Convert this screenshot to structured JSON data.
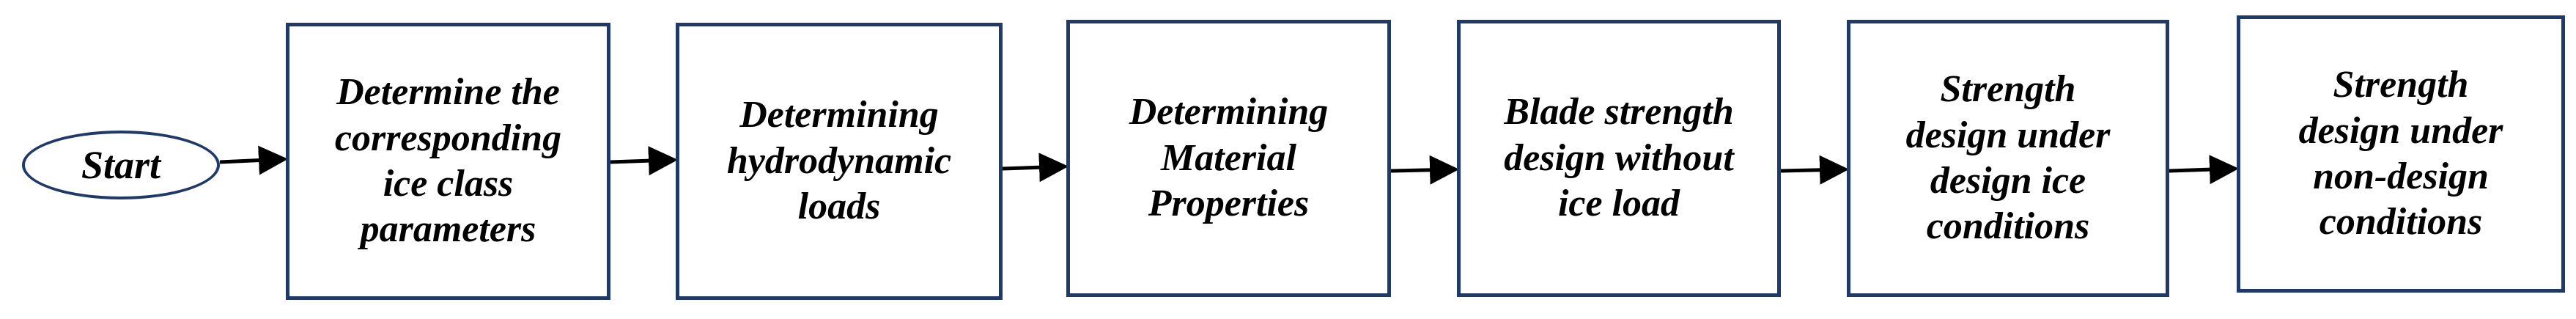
{
  "flowchart": {
    "nodes": [
      {
        "id": "start",
        "shape": "ellipse",
        "label": "Start"
      },
      {
        "id": "ice-class",
        "shape": "box",
        "label": "Determine the\ncorresponding\nice class\nparameters"
      },
      {
        "id": "hydro-loads",
        "shape": "box",
        "label": "Determining\nhydrodynamic\nloads"
      },
      {
        "id": "material",
        "shape": "box",
        "label": "Determining\nMaterial\nProperties"
      },
      {
        "id": "no-ice",
        "shape": "box",
        "label": "Blade strength\ndesign without\nice load"
      },
      {
        "id": "design-ice",
        "shape": "box",
        "label": "Strength\ndesign under\ndesign ice\nconditions"
      },
      {
        "id": "non-design",
        "shape": "box",
        "label": "Strength\ndesign under\nnon-design\nconditions"
      }
    ],
    "edges": [
      {
        "from": "start",
        "to": "ice-class"
      },
      {
        "from": "ice-class",
        "to": "hydro-loads"
      },
      {
        "from": "hydro-loads",
        "to": "material"
      },
      {
        "from": "material",
        "to": "no-ice"
      },
      {
        "from": "no-ice",
        "to": "design-ice"
      },
      {
        "from": "design-ice",
        "to": "non-design"
      }
    ],
    "colors": {
      "border": "#1f3a68",
      "arrow": "#000000",
      "text": "#000000"
    }
  }
}
